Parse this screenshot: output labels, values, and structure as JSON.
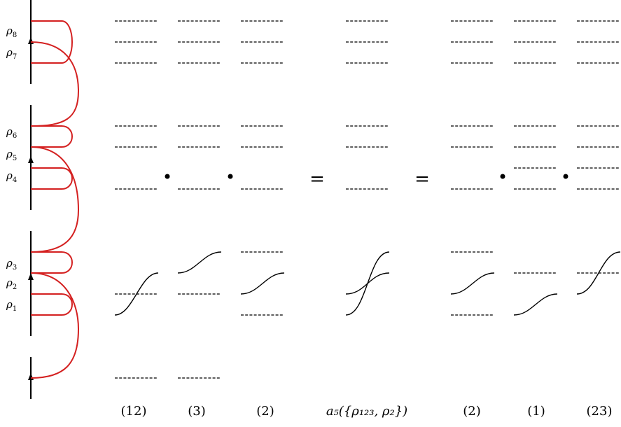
{
  "left_strip": {
    "rho_labels": [
      {
        "base": "ρ",
        "sub": "8"
      },
      {
        "base": "ρ",
        "sub": "7"
      },
      {
        "base": "ρ",
        "sub": "6"
      },
      {
        "base": "ρ",
        "sub": "5"
      },
      {
        "base": "ρ",
        "sub": "4"
      },
      {
        "base": "ρ",
        "sub": "3"
      },
      {
        "base": "ρ",
        "sub": "2"
      },
      {
        "base": "ρ",
        "sub": "1"
      }
    ]
  },
  "operators": {
    "dot": "•",
    "equals": "="
  },
  "captions": [
    "(12)",
    "(3)",
    "(2)",
    "a₅({ρ₁₂₃, ρ₂})",
    "(2)",
    "(1)",
    "(23)"
  ],
  "colors": {
    "strand": "#000000",
    "arc": "#d42020"
  }
}
